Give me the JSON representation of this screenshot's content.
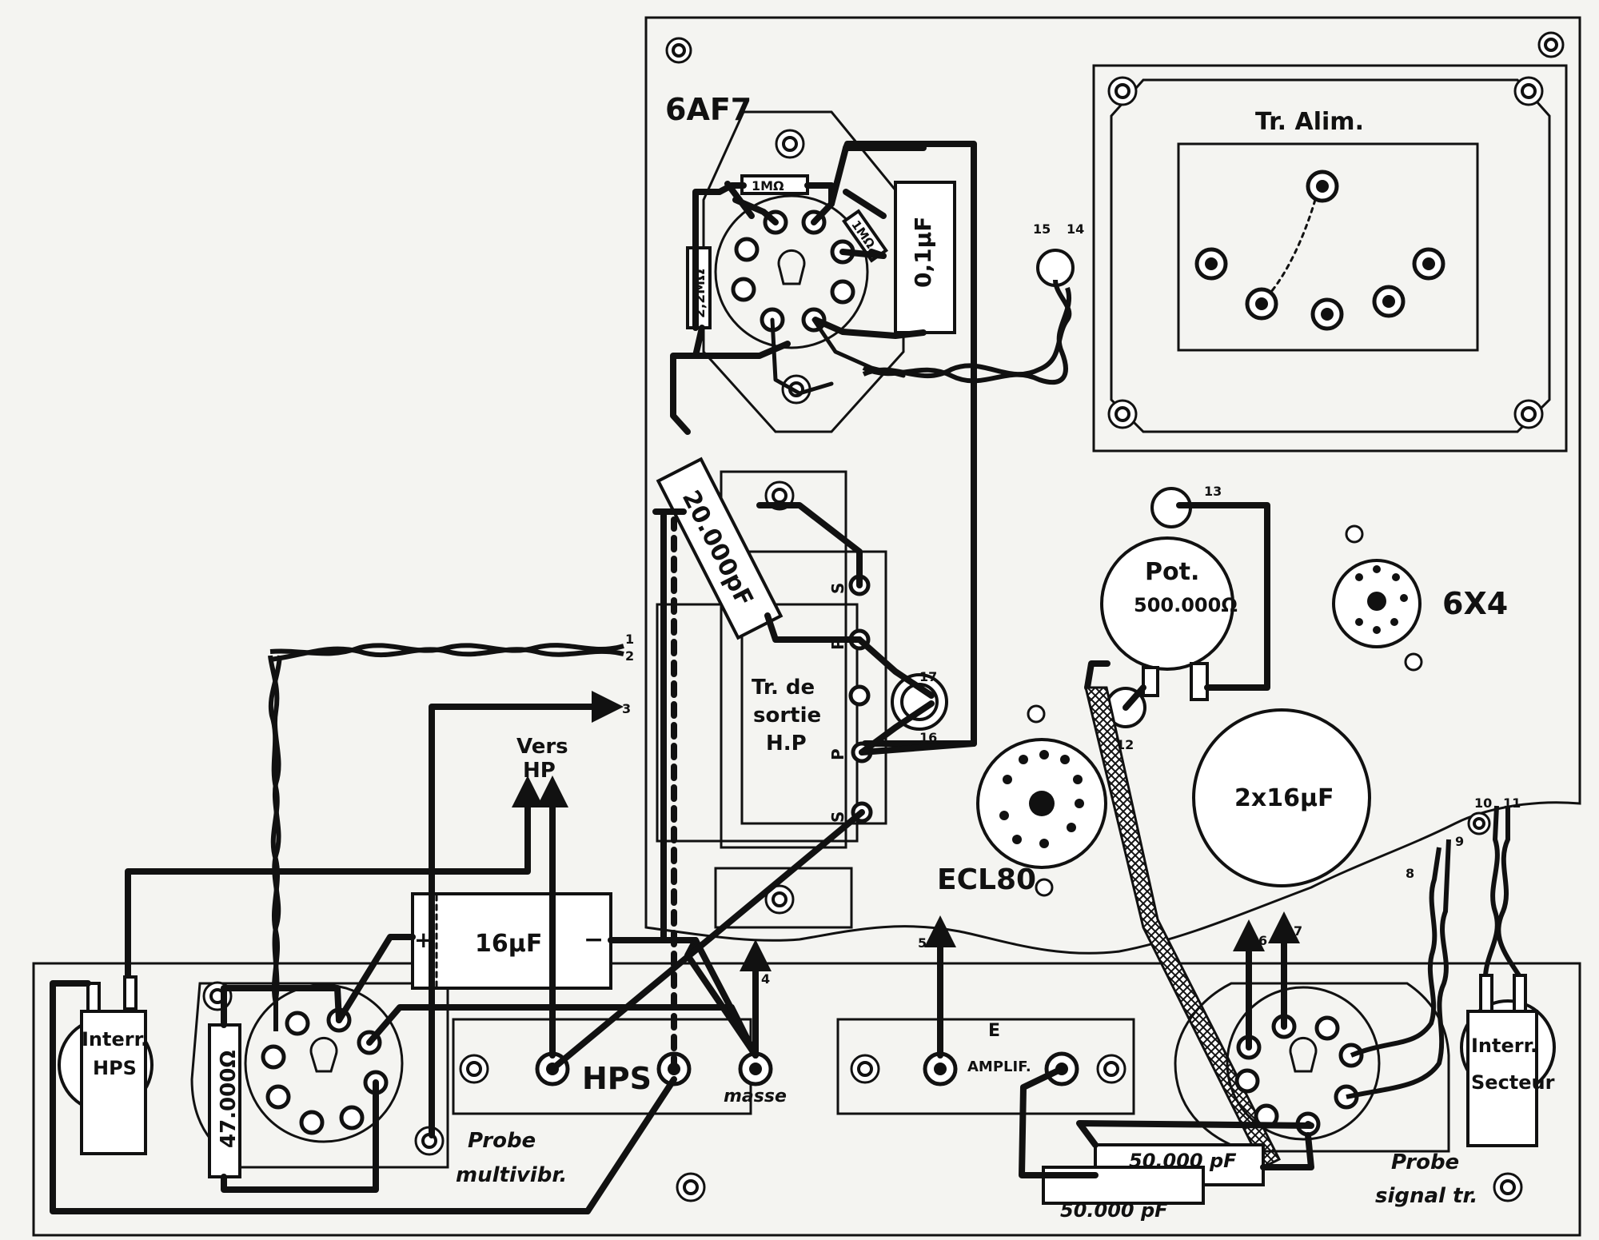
{
  "labels": {
    "tube_6af7": "6AF7",
    "tr_alim": "Tr. Alim.",
    "r_1m_a": "1MΩ",
    "r_1m_b": "1MΩ",
    "r_2_2m": "2,2MΩ",
    "c_0_1uf": "0,1µF",
    "c_20000pf": "20.000pF",
    "tr_sortie_1": "Tr. de",
    "tr_sortie_2": "sortie",
    "tr_sortie_3": "H.P",
    "pin_s_top": "S",
    "pin_p_top": "P",
    "pin_p_bottom": "P",
    "pin_s_bottom": "S",
    "pot_1": "Pot.",
    "pot_2": "500.000Ω",
    "tube_6x4": "6X4",
    "tube_ecl80": "ECL80",
    "cap_2x16": "2x16µF",
    "vers_hp_1": "Vers",
    "vers_hp_2": "HP",
    "cap_16uf": "16µF",
    "cap_plus": "+",
    "cap_minus": "−",
    "interr_hps_1": "Interr.",
    "interr_hps_2": "HPS",
    "r_47000": "47.000Ω",
    "hps": "HPS",
    "masse": "masse",
    "probe_multi_1": "Probe",
    "probe_multi_2": "multivibr.",
    "e": "E",
    "amplif": "AMPLIF.",
    "c_50000_a": "50.000 pF",
    "c_50000_b": "50.000 pF",
    "probe_signal_1": "Probe",
    "probe_signal_2": "signal tr.",
    "interr_secteur_1": "Interr.",
    "interr_secteur_2": "Secteur"
  },
  "terminals": [
    "1",
    "2",
    "3",
    "4",
    "5",
    "6",
    "7",
    "8",
    "9",
    "10",
    "11",
    "12",
    "13",
    "14",
    "15",
    "16",
    "17"
  ]
}
